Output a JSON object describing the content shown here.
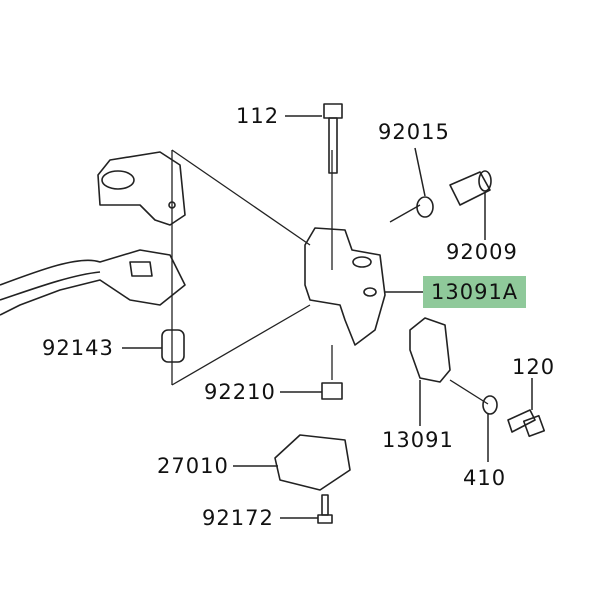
{
  "diagram": {
    "highlight_color": "#8fc99a",
    "parts": {
      "p112": "112",
      "p92015": "92015",
      "p92009": "92009",
      "p13091A": "13091A",
      "p92143": "92143",
      "p92210": "92210",
      "p120": "120",
      "p13091": "13091",
      "p410": "410",
      "p27010": "27010",
      "p92172": "92172"
    }
  }
}
